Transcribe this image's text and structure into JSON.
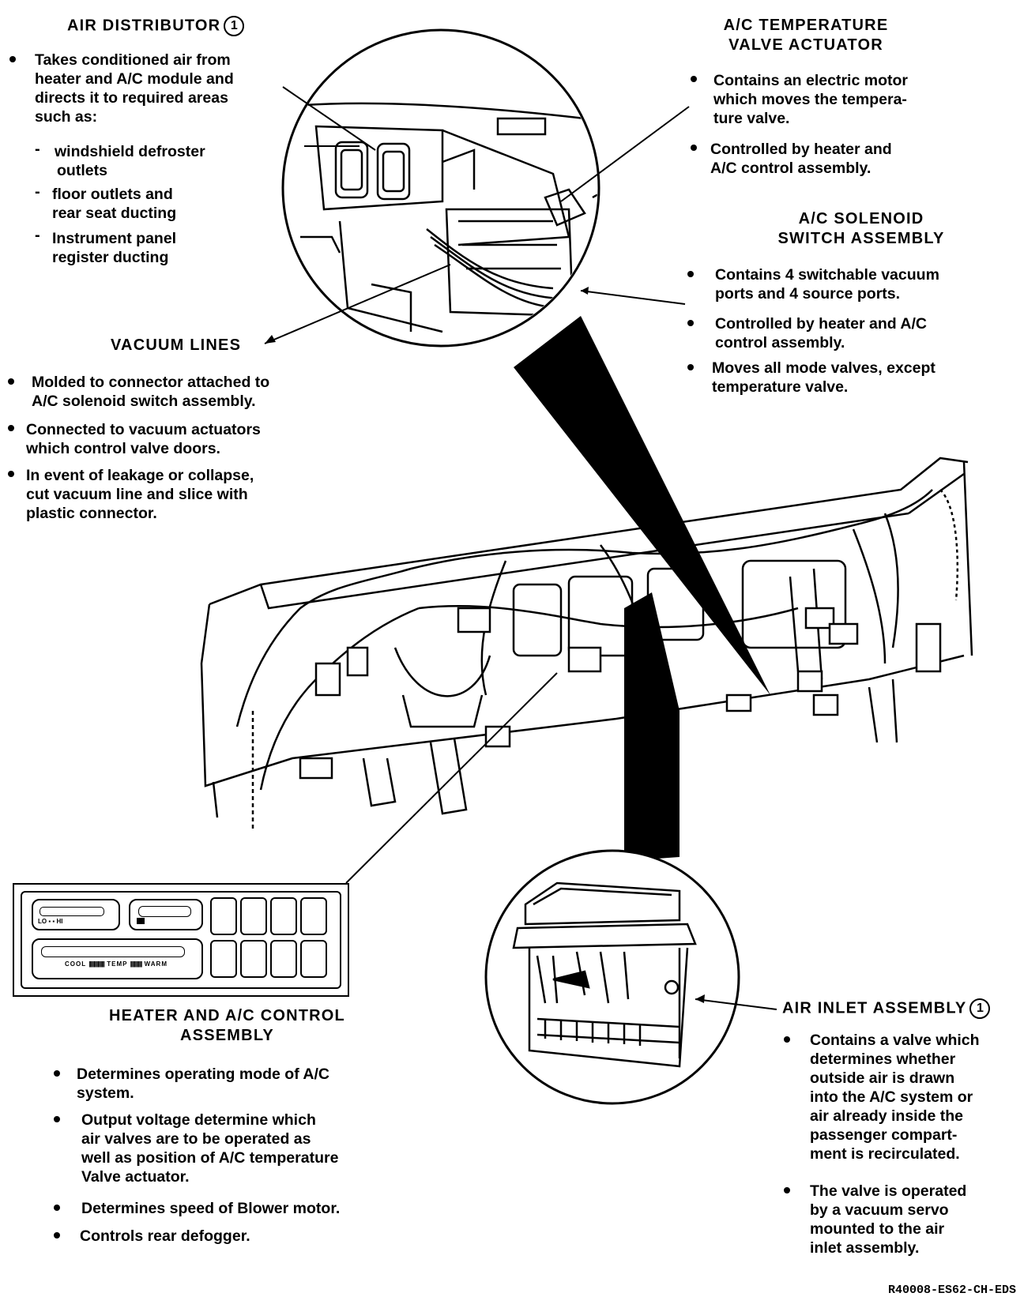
{
  "air_distributor": {
    "title": "AIR DISTRIBUTOR",
    "number": "1",
    "intro": [
      "Takes conditioned air from",
      "heater and A/C module and",
      "directs it to required areas",
      "such as:"
    ],
    "sub_items": [
      [
        "windshield defroster",
        "outlets"
      ],
      [
        "floor outlets and",
        "rear seat ducting"
      ],
      [
        "Instrument panel",
        "register ducting"
      ]
    ]
  },
  "temp_actuator": {
    "title": [
      "A/C TEMPERATURE",
      "VALVE ACTUATOR"
    ],
    "bullets": [
      [
        "Contains an electric motor",
        "which moves the tempera-",
        "ture valve."
      ],
      [
        "Controlled by heater and",
        "A/C control assembly."
      ]
    ]
  },
  "solenoid": {
    "title": [
      "A/C SOLENOID",
      "SWITCH ASSEMBLY"
    ],
    "bullets": [
      [
        "Contains 4  switchable vacuum",
        "ports and 4 source ports."
      ],
      [
        "Controlled by heater and A/C",
        "control assembly."
      ],
      [
        "Moves all mode valves, except",
        "temperature valve."
      ]
    ]
  },
  "vacuum_lines": {
    "title": "VACUUM LINES",
    "bullets": [
      [
        "Molded to connector attached to",
        "A/C solenoid switch assembly."
      ],
      [
        "Connected to vacuum actuators",
        "which control valve  doors."
      ],
      [
        "In event of leakage or collapse,",
        "cut vacuum  line and slice with",
        "plastic connector."
      ]
    ]
  },
  "control_assembly": {
    "title": [
      "HEATER AND A/C CONTROL",
      "ASSEMBLY"
    ],
    "bullets": [
      [
        "Determines operating mode of A/C",
        "system."
      ],
      [
        "Output voltage determine which",
        "air valves are to be operated as",
        "well as position of A/C temperature",
        "Valve actuator."
      ],
      [
        "Determines speed of Blower motor."
      ],
      [
        "Controls rear defogger."
      ]
    ],
    "panel_labels": {
      "fan": "LO  ▪  ▪  HI",
      "temp": "COOL",
      "temp_mid": "TEMP",
      "temp_end": "WARM"
    }
  },
  "air_inlet": {
    "title": "AIR INLET ASSEMBLY",
    "number": "1",
    "bullets": [
      [
        "Contains a valve which",
        "determines whether",
        "outside air is drawn",
        "into the A/C system or",
        "air already inside the",
        "passenger compart-",
        "ment is recirculated."
      ],
      [
        "The valve is operated",
        "by a vacuum servo",
        "mounted to the air",
        "inlet assembly."
      ]
    ]
  },
  "figure_ref": "R40008-ES62-CH-EDS"
}
